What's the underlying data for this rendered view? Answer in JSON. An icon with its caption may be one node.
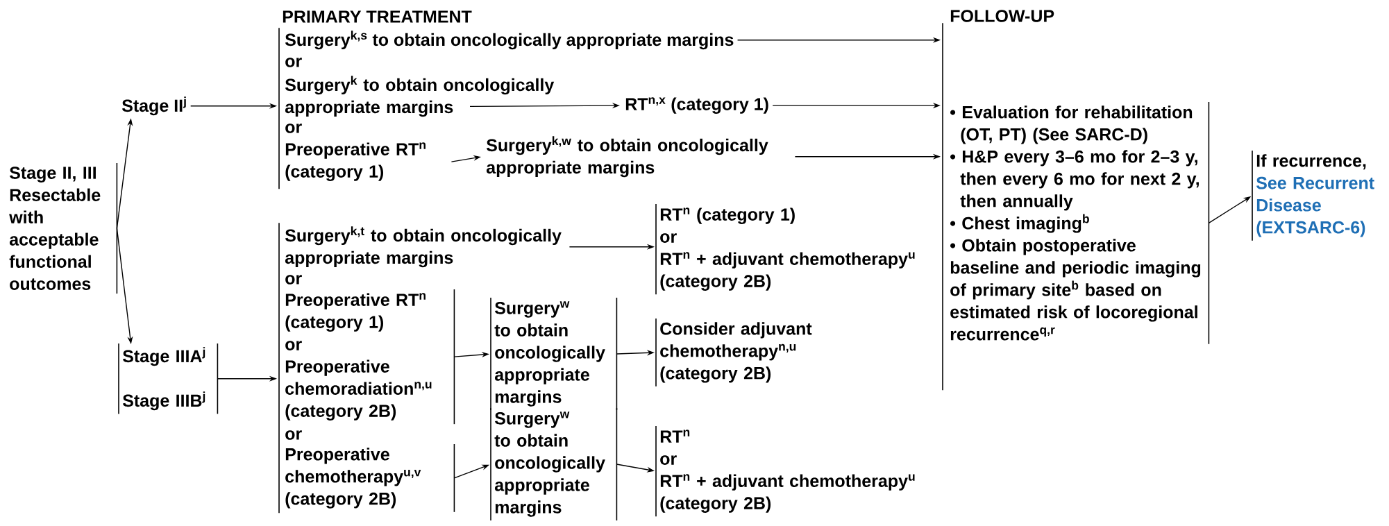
{
  "diagram": {
    "nodes": [
      {
        "text": [
          "Stage II, III Resectable with acceptable functional outcomes"
        ]
      },
      {
        "text": [
          "Stage II$^{j}$"
        ]
      },
      {
        "text": [
          "Stage IIIA$^{j}$",
          "Stage IIIB$^{j}$"
        ]
      },
      {
        "text": [],
        "shape": "bar"
      },
      {
        "text": [
          "Surgery$^{k,s}$ to obtain oncologically appropriate margins"
        ]
      },
      {
        "text": [
          "Surgery$^{k}$ to obtain oncologically appropriate margins"
        ]
      },
      {
        "text": [
          "Preoperative RT$^{n}$ (category 1)"
        ]
      },
      {
        "text": [
          "RT$^{n,x}$ (category 1)"
        ]
      },
      {
        "text": [
          "Surgery$^{k,w}$ to obtain oncologically appropriate margins"
        ]
      },
      {
        "text": [],
        "shape": "bar"
      },
      {
        "text": [
          "Surgery$^{k,t}$ to obtain oncologically appropriate margins"
        ]
      },
      {
        "text": [
          "Preoperative RT$^{n}$ (category 1)",
          "or",
          "Preoperative chemoradiation$^{n,u}$ (category 2B)"
        ]
      },
      {
        "text": [
          "Preoperative chemotherapy$^{u,v}$ (category 2B)"
        ]
      },
      {
        "text": [
          "RT$^{n}$ (category 1)",
          "or",
          "RT$^{n}$ + adjuvant chemotherapy$^{u}$ (category 2B)"
        ]
      },
      {
        "text": [
          "Surgery$^{w}$ to obtain oncologically appropriate margins"
        ]
      },
      {
        "text": [
          "Consider adjuvant chemotherapy$^{n,u}$ (category 2B)"
        ]
      },
      {
        "text": [
          "Surgery$^{w}$ to obtain oncologically appropriate margins"
        ]
      },
      {
        "text": [
          "RT$^{n}$",
          "or",
          "RT$^{n}$ + adjuvant chemotherapy$^{u}$ (category 2B)"
        ]
      },
      {
        "text": [],
        "shape": "bar"
      },
      {
        "text": [
          "• Evaluation for rehabilitation (OT, PT) (See SARC-D)",
          "• H&P every 3–6 mo for 2–3 y, then every 6 mo for next 2 y, then annually",
          "• Chest imaging$^{b}$",
          "• Obtain postoperative baseline and periodic imaging of primary site$^{b}$ based on estimated risk of locoregional recurrence$^{q,r}$"
        ]
      },
      {
        "text": [
          "If recurrence,",
          "See Recurrent Disease (EXTSARC-6)"
        ]
      }
    ],
    "edges": [
      {
        "from": 0,
        "to": 1,
        "arrow": "to"
      },
      {
        "from": 0,
        "to": 2,
        "arrow": "to"
      },
      {
        "from": 1,
        "to": 3,
        "arrow": "to"
      },
      {
        "from": 2,
        "to": 9,
        "arrow": "to"
      },
      {
        "from": 4,
        "to": 18,
        "arrow": "to"
      },
      {
        "from": 5,
        "to": 7,
        "arrow": "to"
      },
      {
        "from": 7,
        "to": 18,
        "arrow": "to"
      },
      {
        "from": 6,
        "to": 8,
        "arrow": "to"
      },
      {
        "from": 8,
        "to": 18,
        "arrow": "to"
      },
      {
        "from": 10,
        "to": 13,
        "arrow": "to"
      },
      {
        "from": 11,
        "to": 14,
        "arrow": "to"
      },
      {
        "from": 14,
        "to": 15,
        "arrow": "to"
      },
      {
        "from": 12,
        "to": 16,
        "arrow": "to"
      },
      {
        "from": 16,
        "to": 17,
        "arrow": "to"
      },
      {
        "from": 19,
        "to": 20,
        "arrow": "to"
      }
    ],
    "labels": [
      "PRIMARY TREATMENT",
      "FOLLOW-UP",
      "or",
      "or",
      "or",
      "or"
    ]
  }
}
